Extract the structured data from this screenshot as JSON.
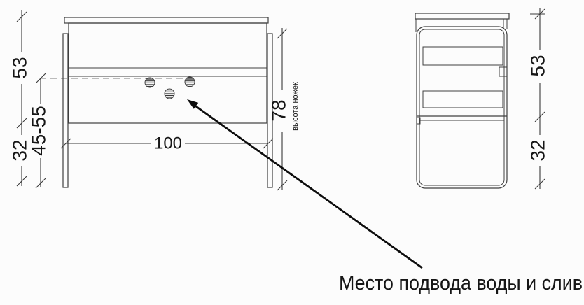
{
  "front_view": {
    "width_dim": "100",
    "height_dim": "53",
    "legs_lower_dim": "32",
    "water_height_dim": "45-55",
    "legs_height_dim": "78",
    "legs_height_label": "высота ножек"
  },
  "side_view": {
    "upper_dim": "53",
    "lower_dim": "32"
  },
  "annotation": {
    "water_label": "Место подвода воды и слив"
  },
  "colors": {
    "bg": "#fcfcfc",
    "line": "#3f3f3f",
    "dim": "#3a3a3a",
    "text": "#161616",
    "dashed": "#949494",
    "arrow": "#0d0d0d"
  }
}
